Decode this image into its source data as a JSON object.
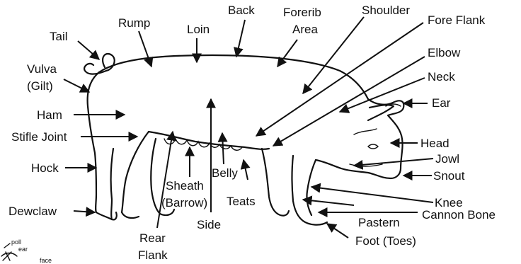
{
  "diagram": {
    "labels": {
      "tail": "Tail",
      "rump": "Rump",
      "loin": "Loin",
      "back": "Back",
      "forerib_1": "Forerib",
      "forerib_2": "Area",
      "shoulder": "Shoulder",
      "fore_flank": "Fore Flank",
      "vulva_1": "Vulva",
      "vulva_2": "(Gilt)",
      "elbow": "Elbow",
      "neck": "Neck",
      "ear": "Ear",
      "ham": "Ham",
      "stifle_joint": "Stifle Joint",
      "head": "Head",
      "jowl": "Jowl",
      "hock": "Hock",
      "belly": "Belly",
      "snout": "Snout",
      "sheath_1": "Sheath",
      "sheath_2": "(Barrow)",
      "teats": "Teats",
      "knee": "Knee",
      "dewclaw": "Dewclaw",
      "pastern": "Pastern",
      "cannon_bone": "Cannon Bone",
      "side": "Side",
      "foot_toes": "Foot (Toes)",
      "rear_1": "Rear",
      "rear_2": "Flank"
    },
    "inset": {
      "poll": "poll",
      "ear": "ear",
      "face": "face"
    }
  }
}
